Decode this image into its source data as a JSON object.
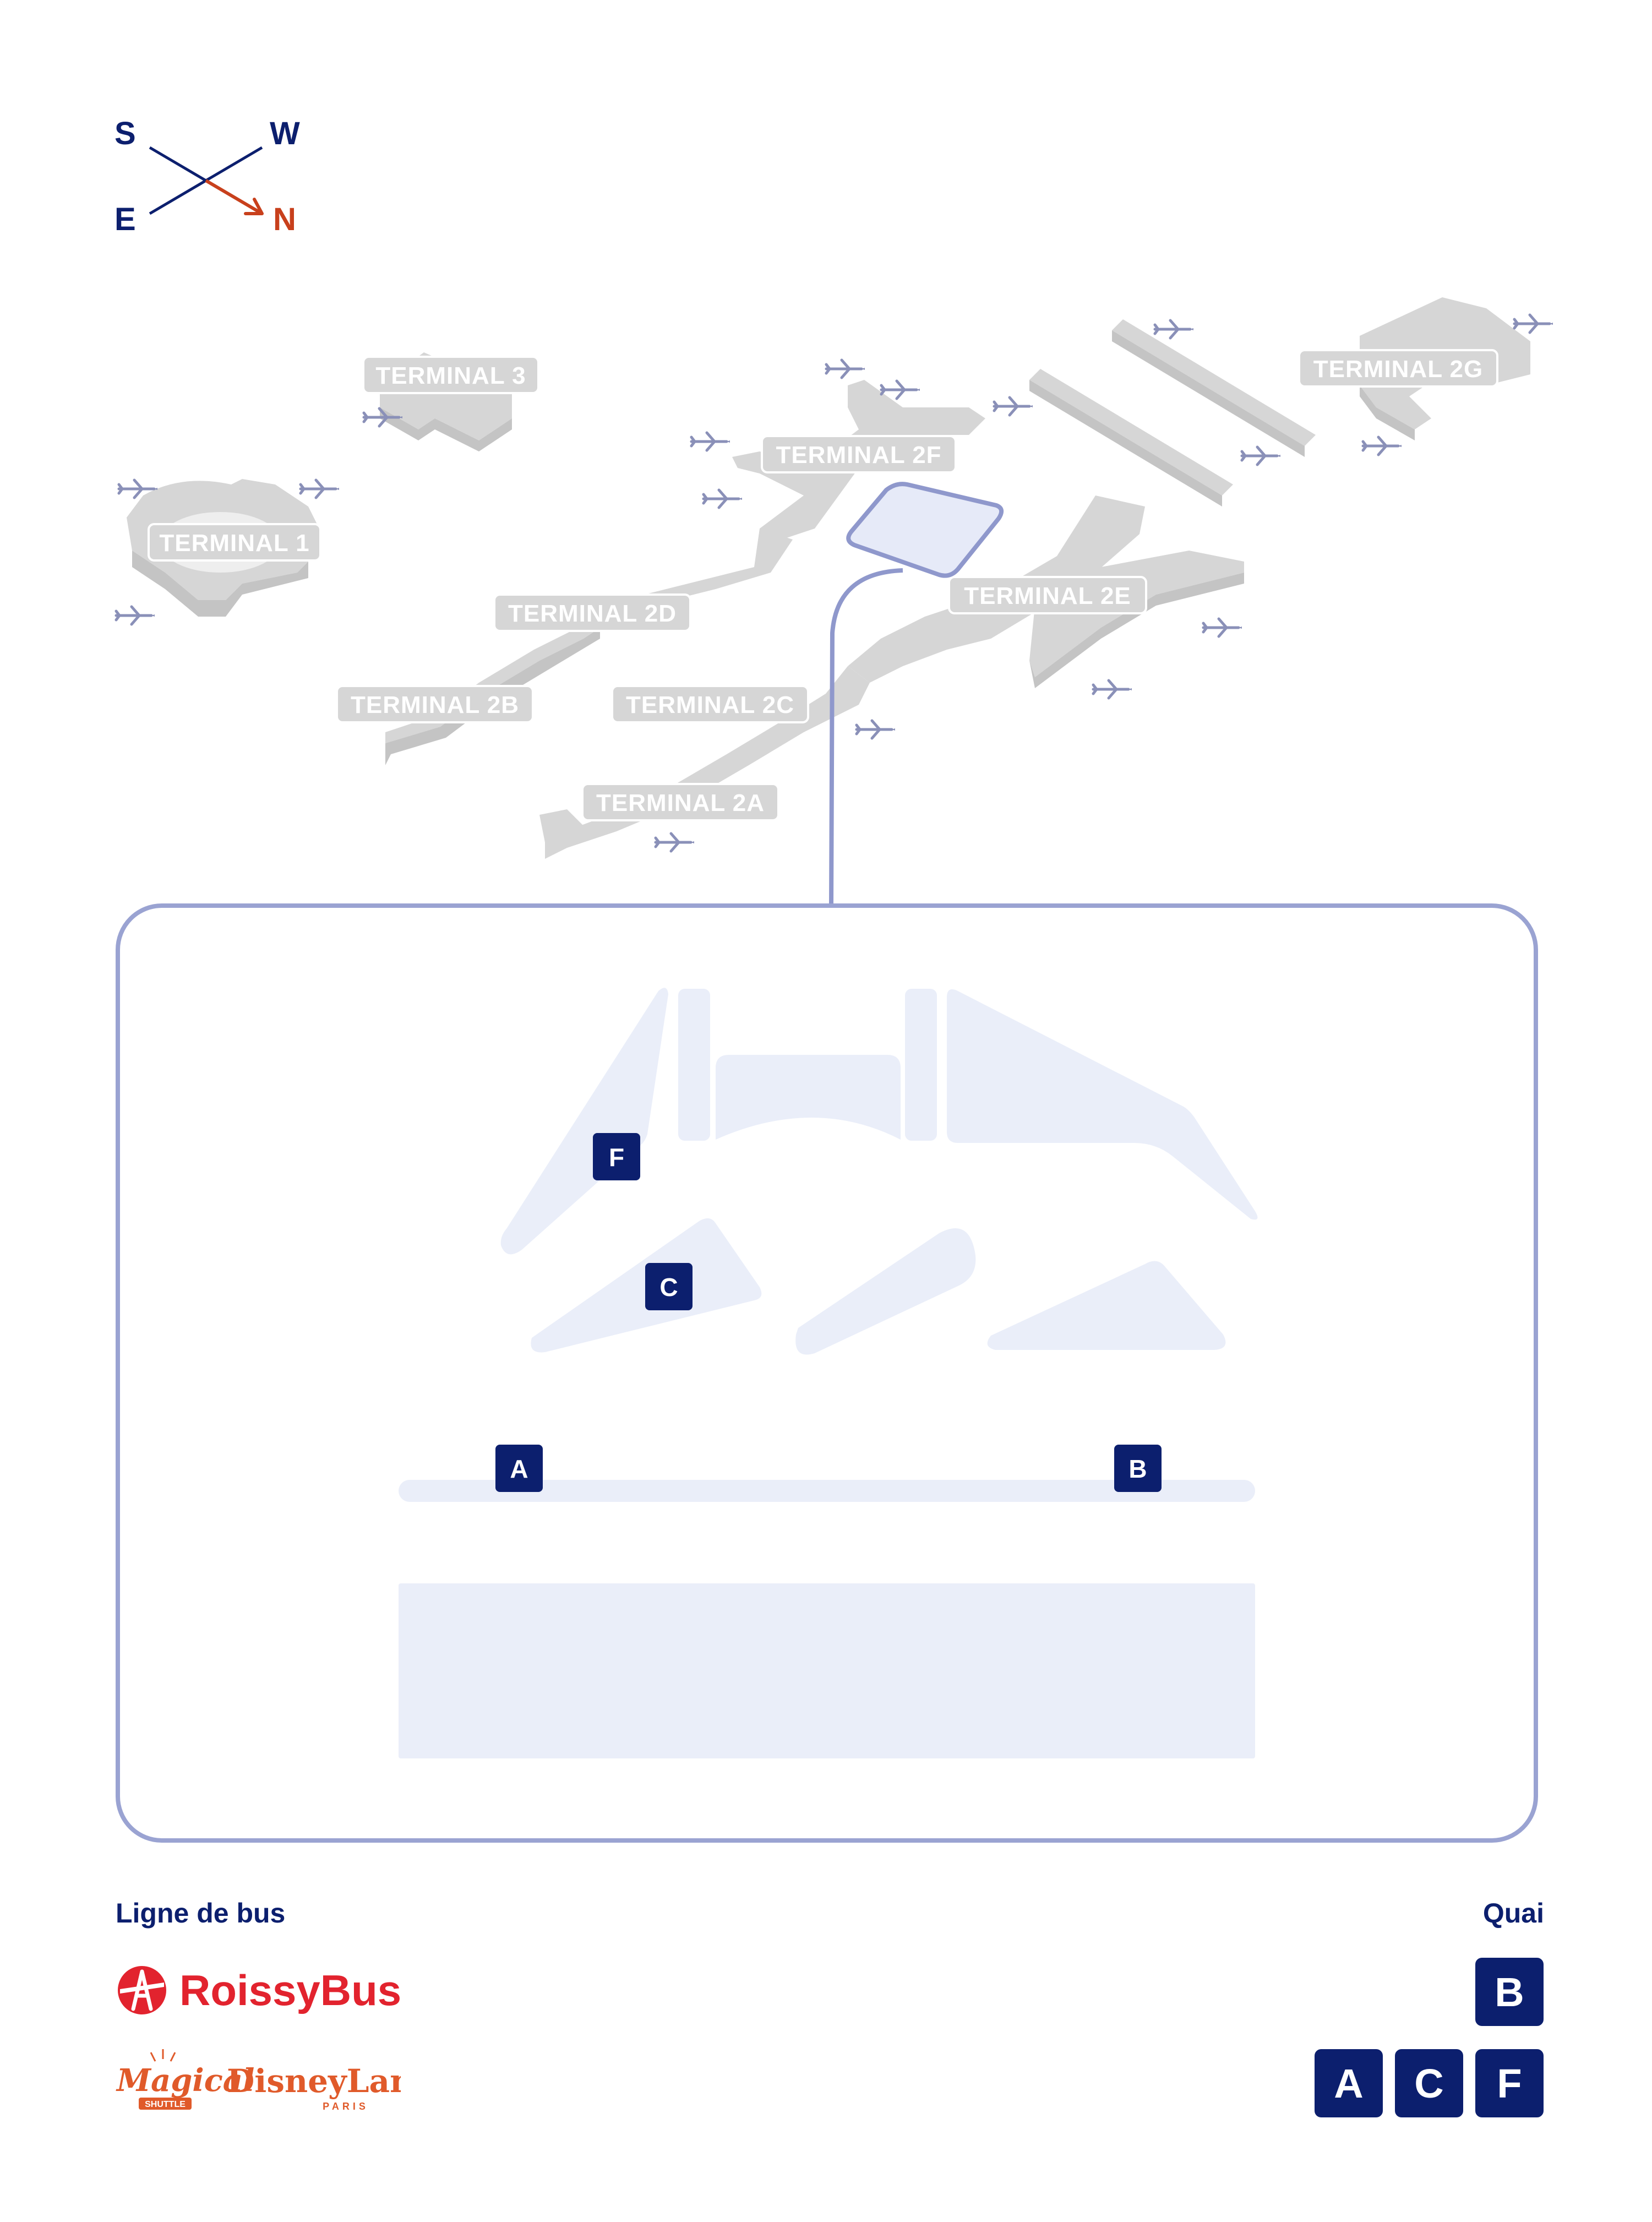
{
  "colors": {
    "navy": "#0c1f6e",
    "north_red": "#c8401c",
    "terminal_grey": "#d6d6d6",
    "terminal_shadow": "#c4c4c4",
    "frame_stroke": "#9aa3d2",
    "zone_fill": "#eaeef9",
    "roissy_red": "#e2232e",
    "disney_orange": "#e05a2a"
  },
  "compass": {
    "s": "S",
    "w": "W",
    "e": "E",
    "n": "N"
  },
  "terminals": {
    "t3": "TERMINAL 3",
    "t1": "TERMINAL 1",
    "t2f": "TERMINAL 2F",
    "t2g": "TERMINAL 2G",
    "t2d": "TERMINAL 2D",
    "t2e": "TERMINAL 2E",
    "t2b": "TERMINAL 2B",
    "t2c": "TERMINAL 2C",
    "t2a": "TERMINAL 2A"
  },
  "stops": {
    "f": "F",
    "c": "C",
    "a": "A",
    "b": "B"
  },
  "legend": {
    "bus_line_title": "Ligne de bus",
    "quay_title": "Quai",
    "roissybus": "RoissyBus",
    "disney_magical": "Magical",
    "disney_shuttle": "SHUTTLE",
    "disney_brand": "DisneyLand",
    "disney_paris": "PARIS",
    "roissybus_quays": [
      "B"
    ],
    "disney_quays": [
      "A",
      "C",
      "F"
    ]
  },
  "icons": [
    "compass-arrow-icon",
    "airplane-icon",
    "roissybus-logo-icon",
    "disneyland-logo-icon"
  ]
}
